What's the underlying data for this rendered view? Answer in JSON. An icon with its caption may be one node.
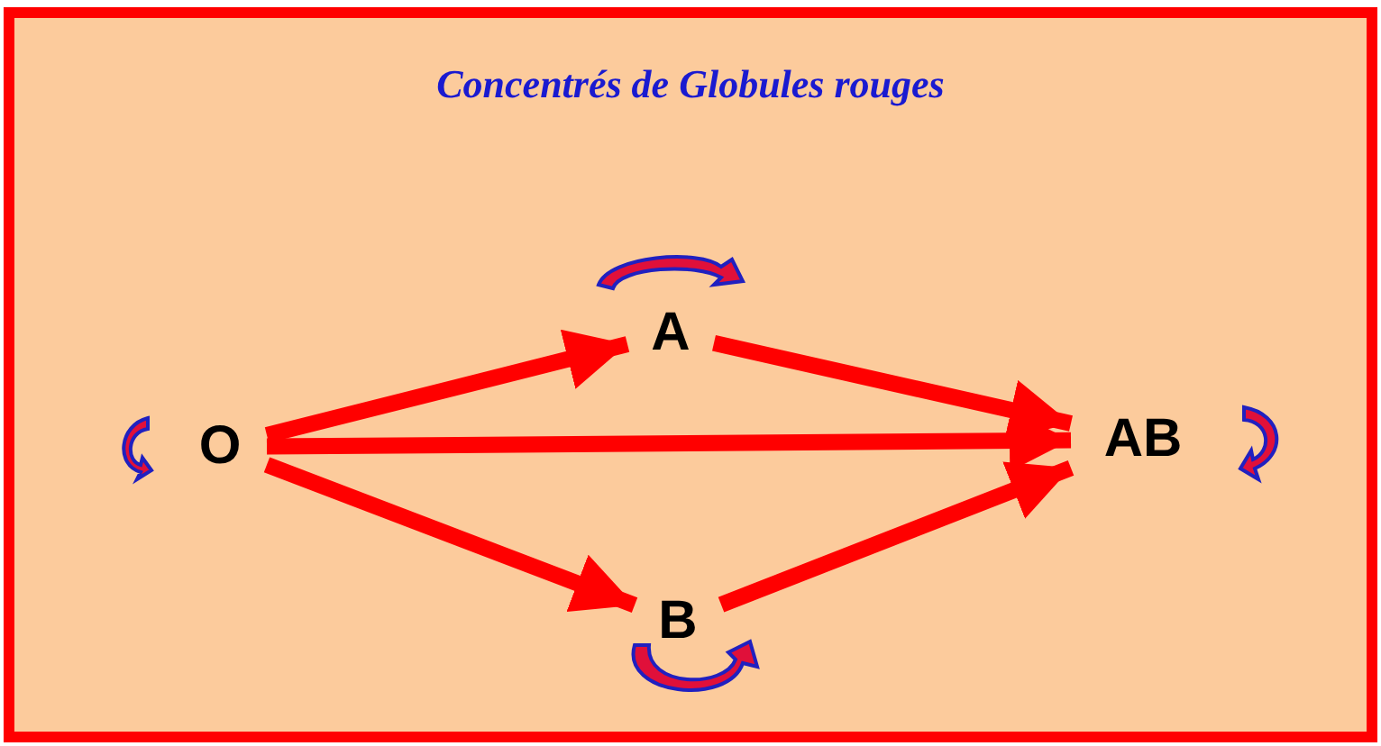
{
  "diagram": {
    "title": "Concentrés de Globules rouges",
    "nodes": [
      {
        "text": [
          "O"
        ]
      },
      {
        "text": [
          "A"
        ]
      },
      {
        "text": [
          "B"
        ]
      },
      {
        "text": [
          "AB"
        ]
      }
    ],
    "edges": [
      {
        "from": 0,
        "to": 1,
        "arrow": "to"
      },
      {
        "from": 0,
        "to": 3,
        "arrow": "to"
      },
      {
        "from": 0,
        "to": 2,
        "arrow": "to"
      },
      {
        "from": 1,
        "to": 3,
        "arrow": "to"
      },
      {
        "from": 2,
        "to": 3,
        "arrow": "to"
      }
    ]
  }
}
